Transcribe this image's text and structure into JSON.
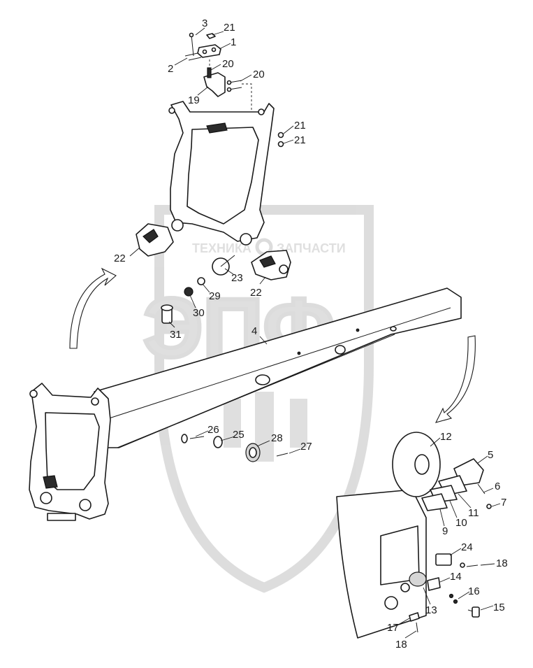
{
  "watermark": {
    "top_text_left": "ТЕХНИКА",
    "top_text_right": "ЗАПЧАСТИ",
    "big_text": "ЭПФ"
  },
  "callouts": [
    {
      "id": "c1",
      "label": "1"
    },
    {
      "id": "c2",
      "label": "2"
    },
    {
      "id": "c3",
      "label": "3"
    },
    {
      "id": "c21a",
      "label": "21"
    },
    {
      "id": "c20a",
      "label": "20"
    },
    {
      "id": "c20b",
      "label": "20"
    },
    {
      "id": "c19",
      "label": "19"
    },
    {
      "id": "c21b",
      "label": "21"
    },
    {
      "id": "c21c",
      "label": "21"
    },
    {
      "id": "c22a",
      "label": "22"
    },
    {
      "id": "c22b",
      "label": "22"
    },
    {
      "id": "c23",
      "label": "23"
    },
    {
      "id": "c29",
      "label": "29"
    },
    {
      "id": "c30",
      "label": "30"
    },
    {
      "id": "c31",
      "label": "31"
    },
    {
      "id": "c4",
      "label": "4"
    },
    {
      "id": "c26",
      "label": "26"
    },
    {
      "id": "c25",
      "label": "25"
    },
    {
      "id": "c28",
      "label": "28"
    },
    {
      "id": "c27",
      "label": "27"
    },
    {
      "id": "c12",
      "label": "12"
    },
    {
      "id": "c5",
      "label": "5"
    },
    {
      "id": "c6",
      "label": "6"
    },
    {
      "id": "c7",
      "label": "7"
    },
    {
      "id": "c11",
      "label": "11"
    },
    {
      "id": "c10",
      "label": "10"
    },
    {
      "id": "c9",
      "label": "9"
    },
    {
      "id": "c24",
      "label": "24"
    },
    {
      "id": "c18a",
      "label": "18"
    },
    {
      "id": "c14",
      "label": "14"
    },
    {
      "id": "c16",
      "label": "16"
    },
    {
      "id": "c15",
      "label": "15"
    },
    {
      "id": "c13",
      "label": "13"
    },
    {
      "id": "c17",
      "label": "17"
    },
    {
      "id": "c18b",
      "label": "18"
    }
  ]
}
